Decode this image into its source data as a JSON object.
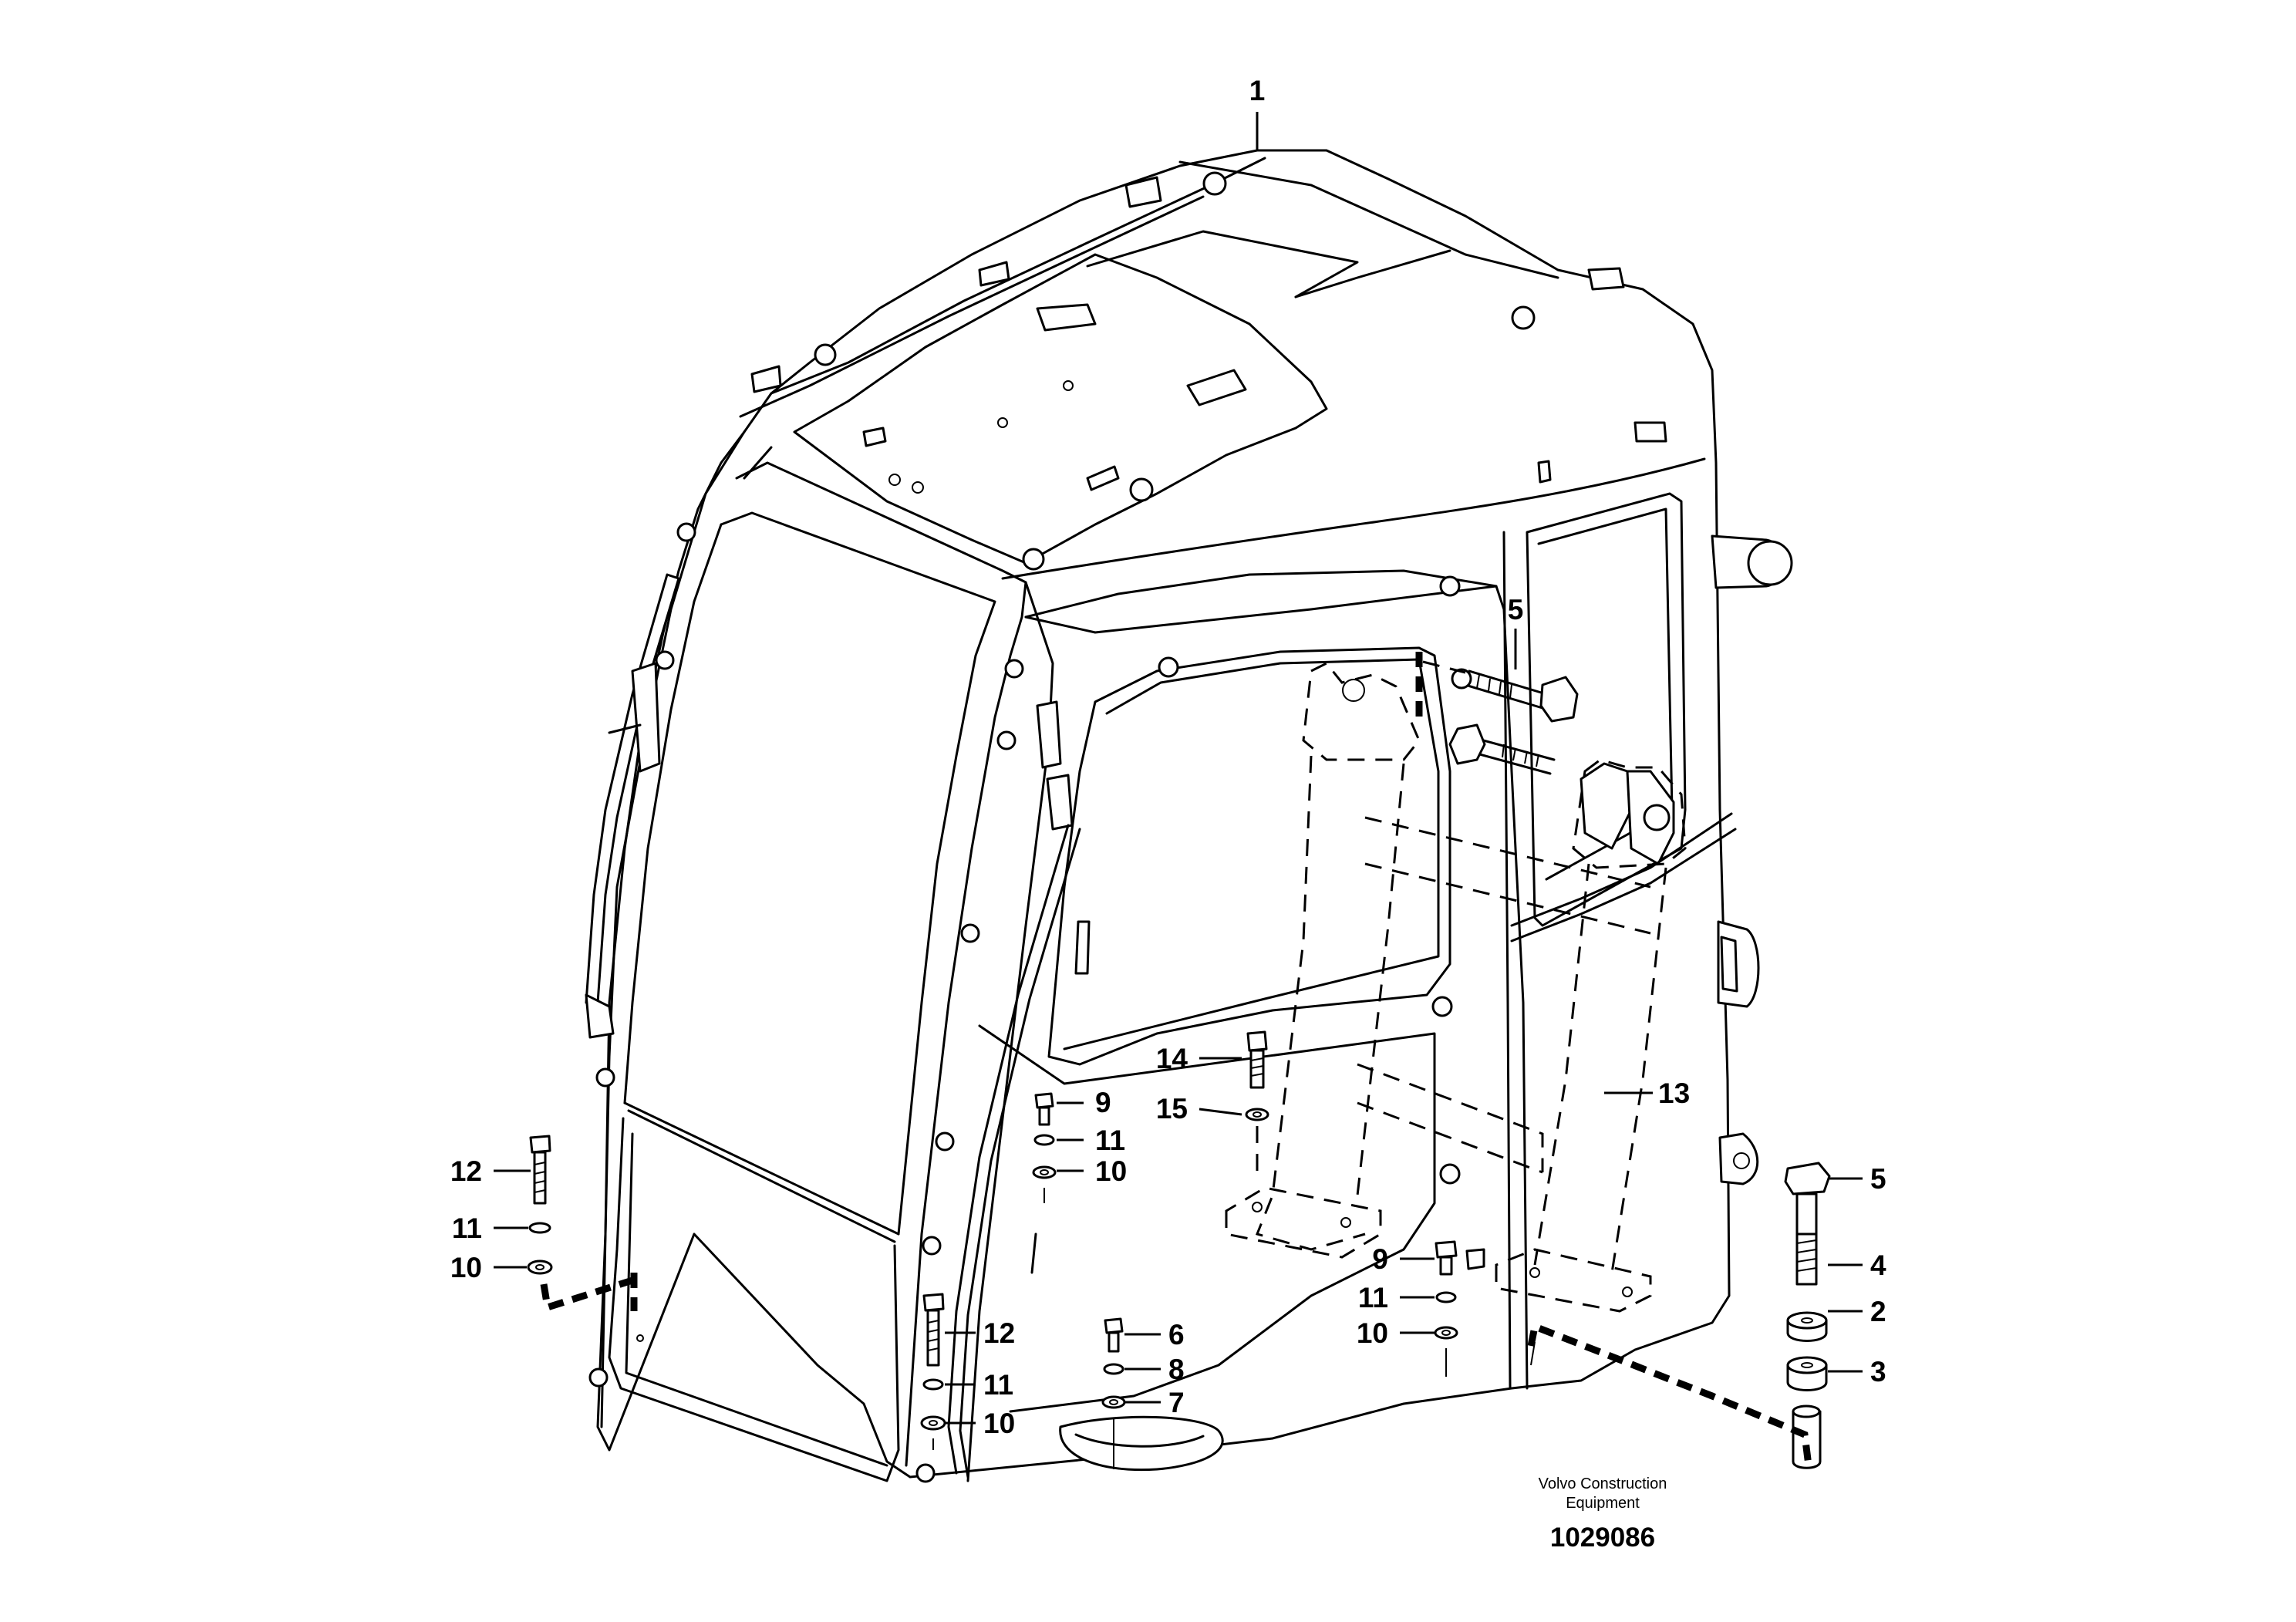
{
  "callouts": {
    "c1": "1",
    "c5_upper": "5",
    "c14": "14",
    "c15": "15",
    "c9_left": "9",
    "c11_left_upper": "11",
    "c10_left_upper": "10",
    "c12_far_left": "12",
    "c11_far_left": "11",
    "c10_far_left": "10",
    "c13": "13",
    "c5_right": "5",
    "c4": "4",
    "c2": "2",
    "c3": "3",
    "c9_center": "9",
    "c11_center": "11",
    "c10_center": "10",
    "c12_door": "12",
    "c11_door": "11",
    "c10_door": "10",
    "c6": "6",
    "c8": "8",
    "c7": "7"
  },
  "credit": {
    "line1": "Volvo Construction",
    "line2": "Equipment"
  },
  "drawing_number": "1029086"
}
